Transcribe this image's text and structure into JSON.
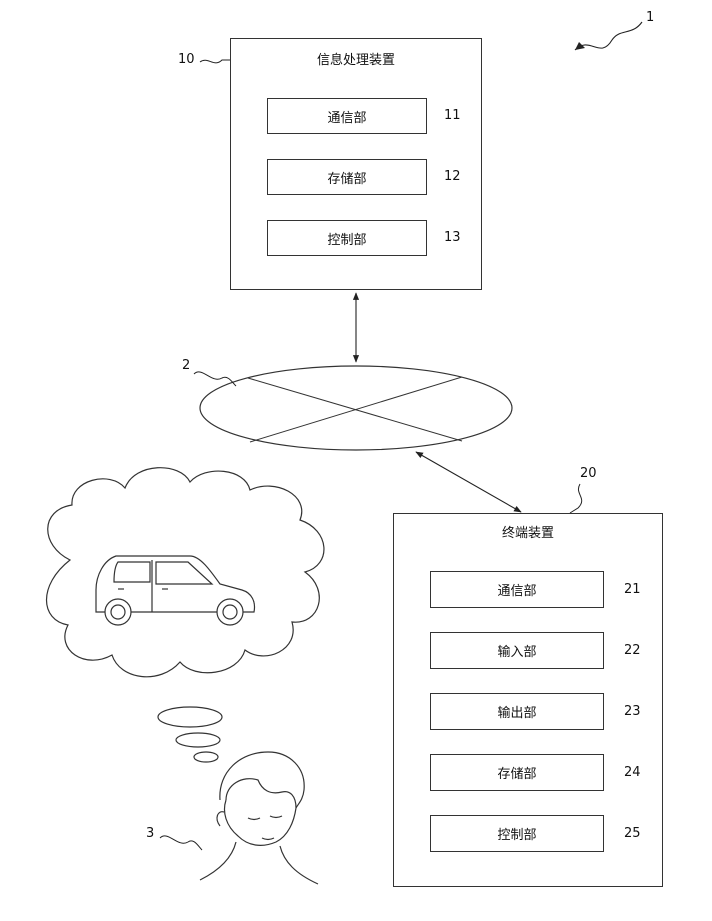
{
  "system": {
    "ref": "1"
  },
  "server": {
    "ref": "10",
    "title": "信息处理装置",
    "units": [
      {
        "label": "通信部",
        "ref": "11"
      },
      {
        "label": "存储部",
        "ref": "12"
      },
      {
        "label": "控制部",
        "ref": "13"
      }
    ]
  },
  "network": {
    "ref": "2"
  },
  "terminal": {
    "ref": "20",
    "title": "终端装置",
    "units": [
      {
        "label": "通信部",
        "ref": "21"
      },
      {
        "label": "输入部",
        "ref": "22"
      },
      {
        "label": "输出部",
        "ref": "23"
      },
      {
        "label": "存储部",
        "ref": "24"
      },
      {
        "label": "控制部",
        "ref": "25"
      }
    ]
  },
  "user": {
    "ref": "3"
  }
}
